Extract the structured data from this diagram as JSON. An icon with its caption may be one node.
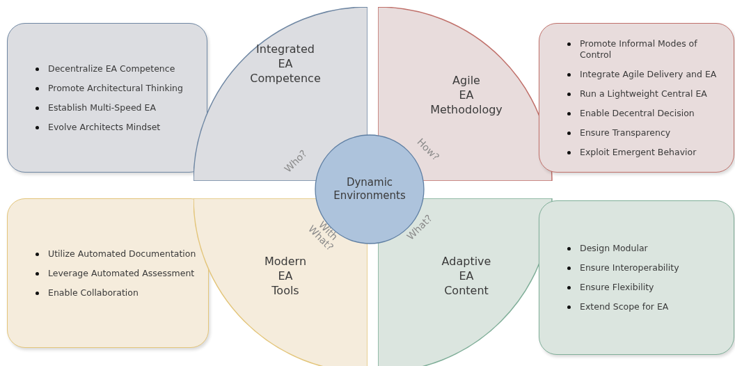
{
  "diagram": {
    "nodes": [
      {
        "text": [
          "Decentralize EA Competence",
          "Promote Architectural Thinking",
          "Establish Multi-Speed EA",
          "Evolve Architects Mindset"
        ]
      },
      {
        "text": [
          "Integrated EA Competence",
          "Who?"
        ]
      },
      {
        "text": [
          "Agile EA Methodology",
          "How?"
        ]
      },
      {
        "text": [
          "Promote Informal Modes of Control",
          "Integrate Agile Delivery and EA",
          "Run a Lightweight Central EA",
          "Enable Decentral Decision",
          "Ensure Transparency",
          "Exploit Emergent Behavior"
        ]
      },
      {
        "text": [
          "Dynamic Environments"
        ]
      },
      {
        "text": [
          "Utilize Automated Documentation",
          "Leverage Automated Assessment",
          "Enable Collaboration"
        ]
      },
      {
        "text": [
          "Modern EA Tools",
          "With What?"
        ]
      },
      {
        "text": [
          "Adaptive EA Content",
          "What?"
        ]
      },
      {
        "text": [
          "Design Modular",
          "Ensure Interoperability",
          "Ensure Flexibility",
          "Extend Scope for EA"
        ]
      }
    ]
  }
}
